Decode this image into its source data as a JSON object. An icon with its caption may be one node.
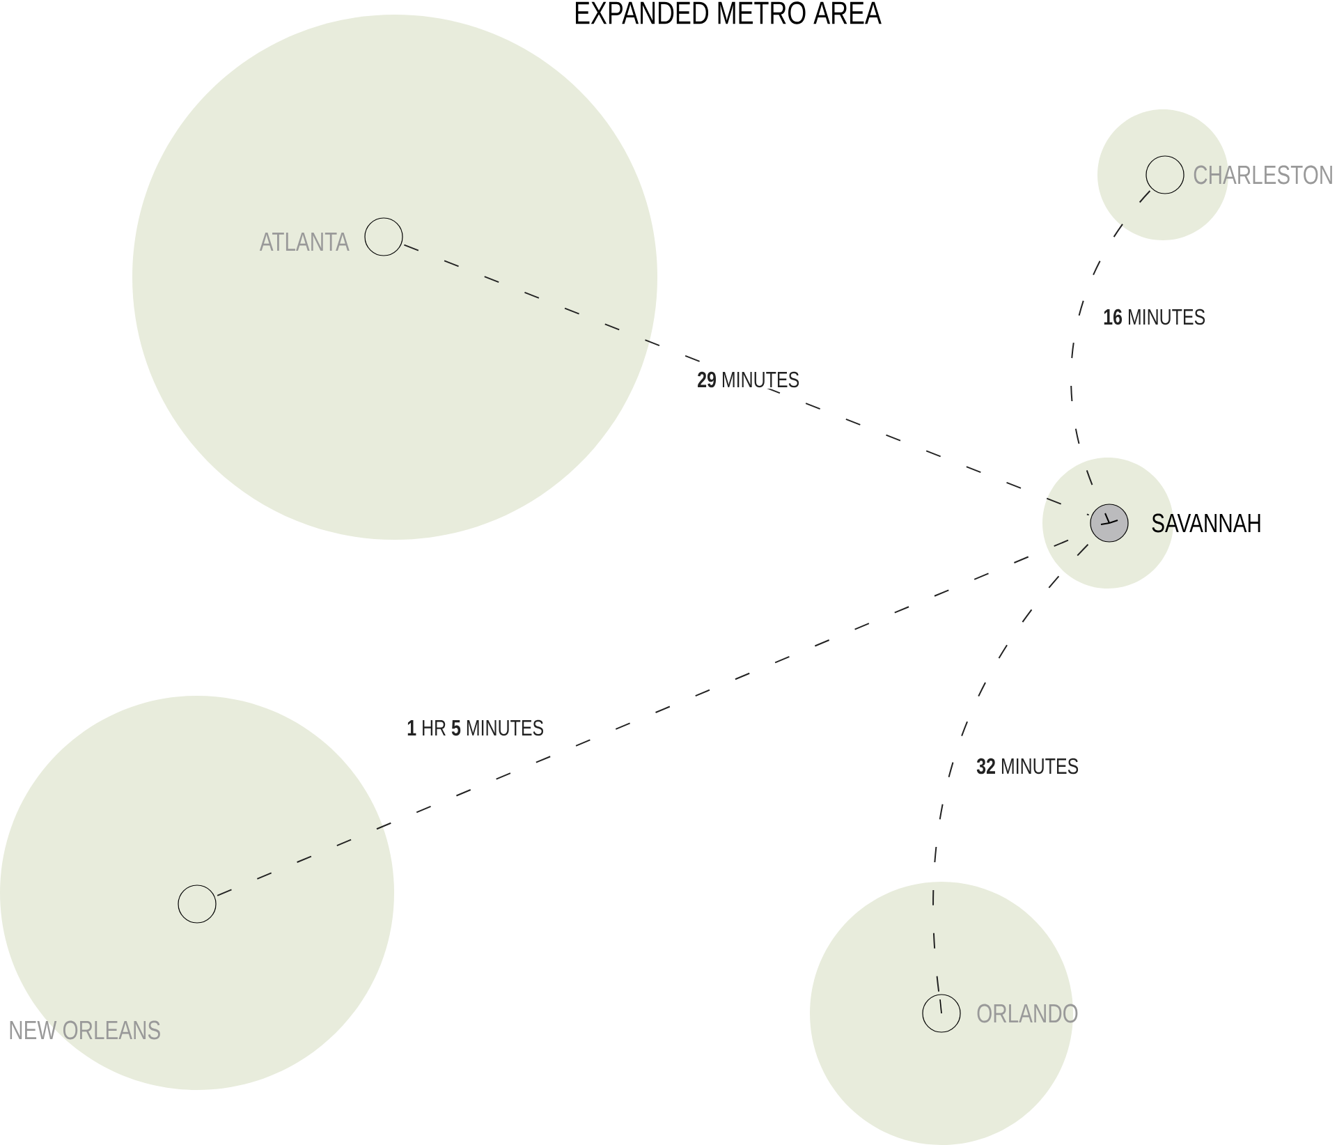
{
  "diagram": {
    "title": "EXPANDED METRO AREA",
    "nodes": [
      {
        "text": [
          "ATLANTA"
        ]
      },
      {
        "text": [],
        "shape": "circle",
        "in": 0
      },
      {
        "text": [
          "CHARLESTON"
        ]
      },
      {
        "text": [],
        "shape": "circle",
        "in": 2
      },
      {
        "text": [
          "SAVANNAH"
        ]
      },
      {
        "text": [],
        "shape": "circle",
        "in": 4
      },
      {
        "text": [
          "NEW ORLEANS"
        ]
      },
      {
        "text": [],
        "shape": "circle",
        "in": 6
      },
      {
        "text": [
          "ORLANDO"
        ]
      },
      {
        "text": [],
        "shape": "circle",
        "in": 8
      }
    ],
    "edges": [
      {
        "from": 1,
        "to": 5,
        "arrow": "none",
        "style": "dashed",
        "label": "**29** MINUTES"
      },
      {
        "from": 3,
        "to": 5,
        "arrow": "none",
        "style": "dashed",
        "label": "**16** MINUTES"
      },
      {
        "from": 7,
        "to": 5,
        "arrow": "none",
        "style": "dashed",
        "label": "**1** HR **5** MINUTES"
      },
      {
        "from": 9,
        "to": 5,
        "arrow": "none",
        "style": "dashed",
        "label": "**32** MINUTES"
      }
    ]
  }
}
